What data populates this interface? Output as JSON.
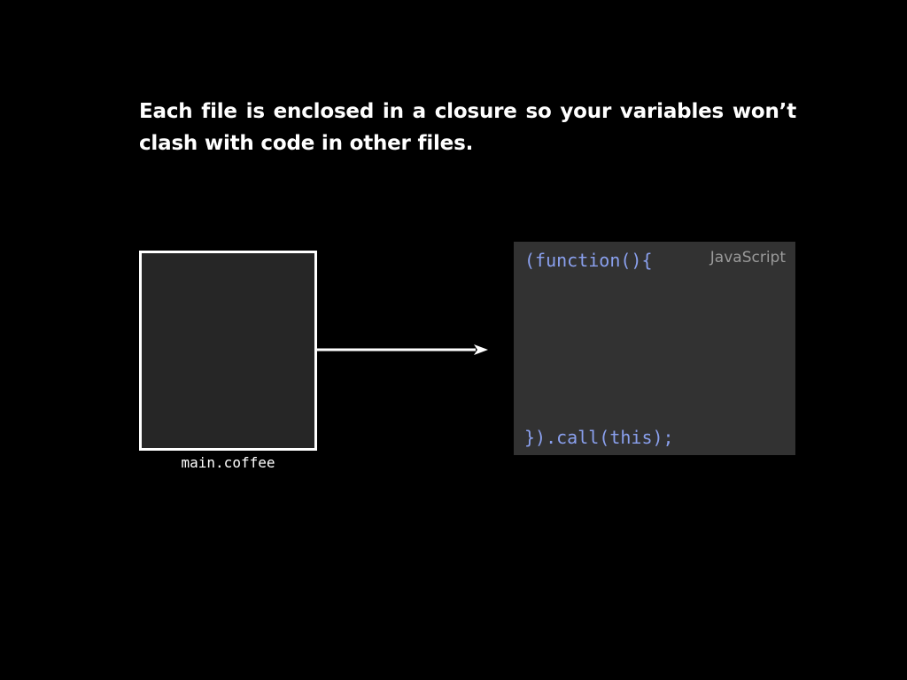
{
  "slide": {
    "heading": "Each file is enclosed in a closure so your variables won’t clash with code in other files."
  },
  "source_file": {
    "label": "main.coffee"
  },
  "compiled_output": {
    "language_label": "JavaScript",
    "code_open": "(function(){",
    "code_close": "}).call(this);"
  },
  "colors": {
    "background": "#000000",
    "text": "#ffffff",
    "code": "#8aa0ee",
    "language_label": "#9a9a9a",
    "source_box_fill": "#262626",
    "code_box_fill": "#323232"
  }
}
